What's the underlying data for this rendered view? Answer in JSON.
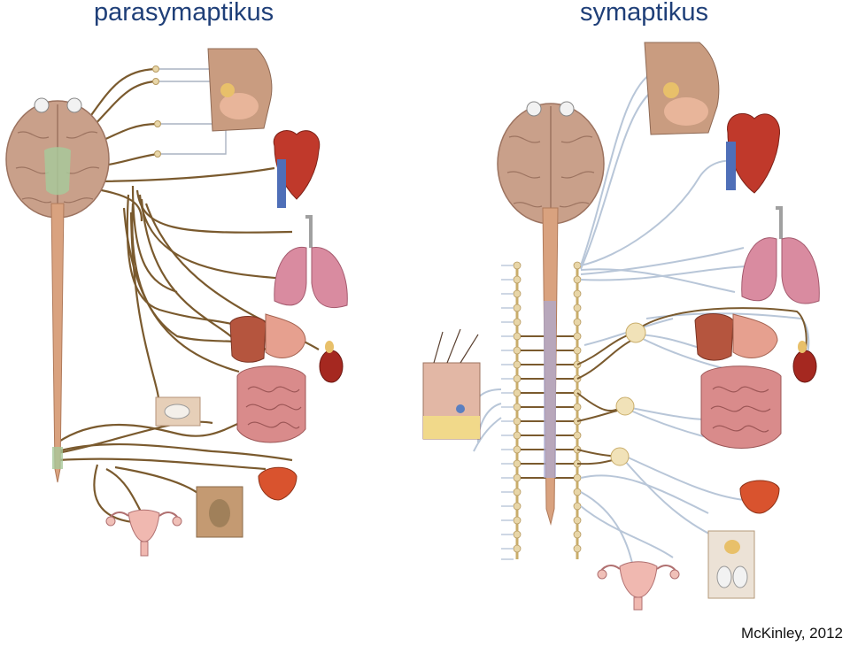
{
  "panels": {
    "left_title": "parasymaptikus",
    "right_title": "symaptikus"
  },
  "credit": "McKinley, 2012",
  "colors": {
    "parasympathetic_nerve": "#7a5a2e",
    "sympathetic_nerve": "#b8c6d8",
    "spinal_cord": "#d9a27f",
    "brain": "#c9a08a",
    "ganglion": "#e8d6a8",
    "title": "#1f3f78"
  },
  "icons": [
    "brain-icon",
    "face-icon",
    "heart-icon",
    "lungs-icon",
    "stomach-liver-icon",
    "kidney-icon",
    "intestines-icon",
    "bladder-icon",
    "uterus-icon",
    "genitals-icon",
    "skin-icon",
    "eye-icon"
  ]
}
